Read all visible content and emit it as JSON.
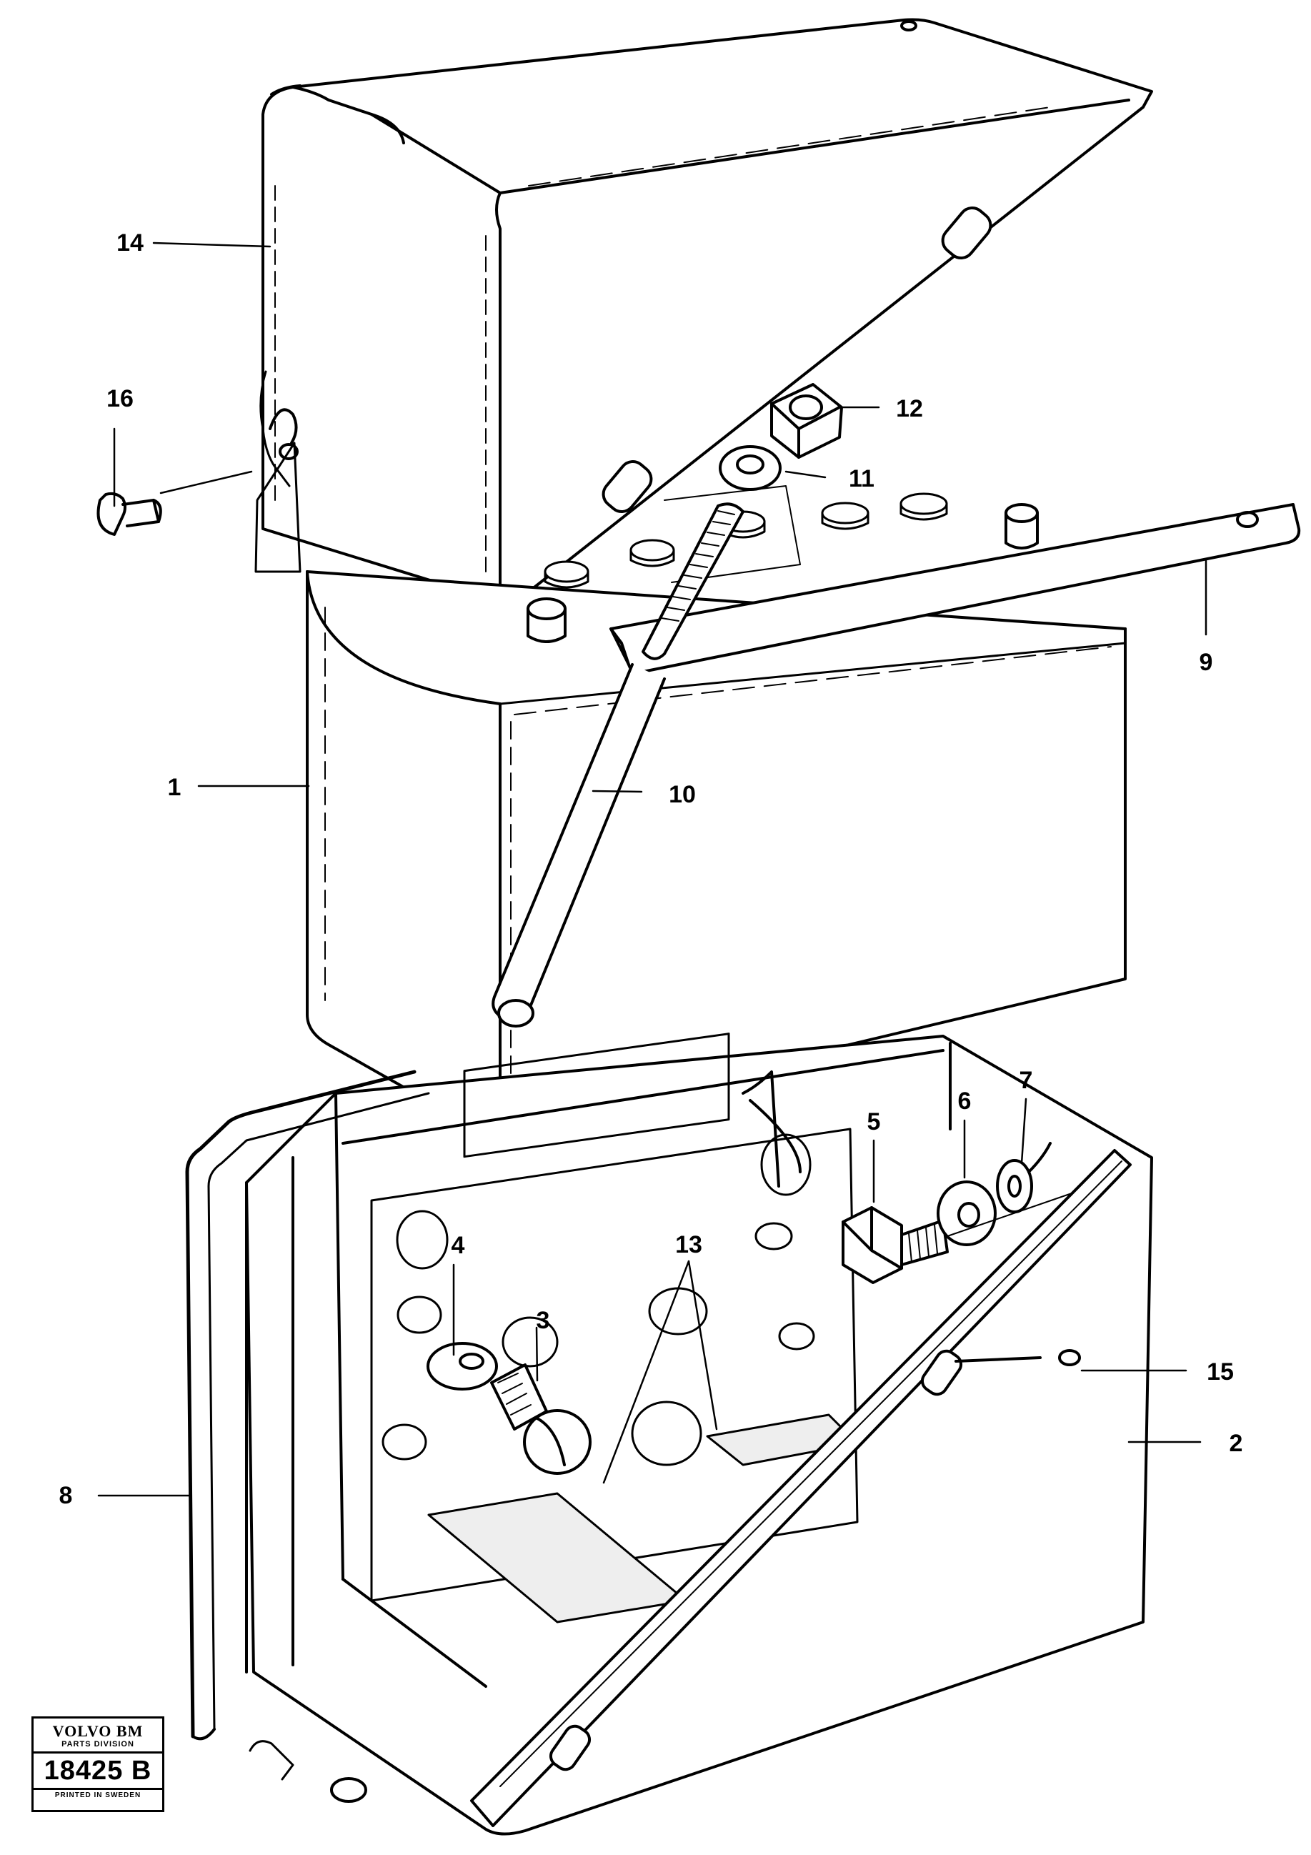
{
  "diagram": {
    "callouts": [
      {
        "id": "1",
        "label": "1"
      },
      {
        "id": "2",
        "label": "2"
      },
      {
        "id": "3",
        "label": "3"
      },
      {
        "id": "4",
        "label": "4"
      },
      {
        "id": "5",
        "label": "5"
      },
      {
        "id": "6",
        "label": "6"
      },
      {
        "id": "7",
        "label": "7"
      },
      {
        "id": "8",
        "label": "8"
      },
      {
        "id": "9",
        "label": "9"
      },
      {
        "id": "10",
        "label": "10"
      },
      {
        "id": "11",
        "label": "11"
      },
      {
        "id": "12",
        "label": "12"
      },
      {
        "id": "13",
        "label": "13"
      },
      {
        "id": "14",
        "label": "14"
      },
      {
        "id": "15",
        "label": "15"
      },
      {
        "id": "16",
        "label": "16"
      }
    ]
  },
  "stamp": {
    "brand": "VOLVO BM",
    "division": "PARTS DIVISION",
    "code": "18425 B",
    "printed": "PRINTED IN SWEDEN"
  }
}
